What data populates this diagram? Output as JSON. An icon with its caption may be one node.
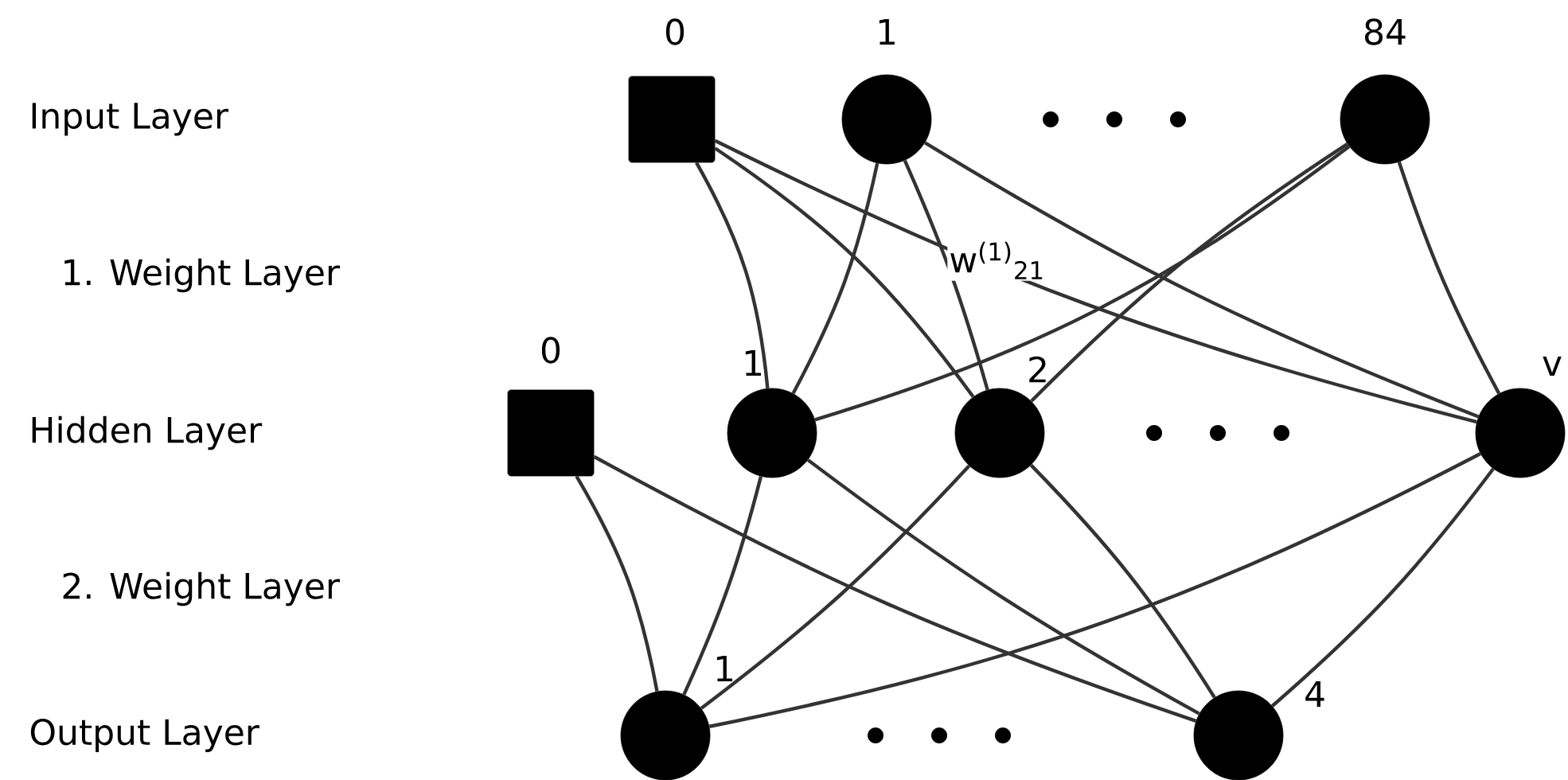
{
  "diagram": {
    "nodes": [
      {
        "text": [],
        "shape": "box",
        "beside": [
          "0"
        ]
      },
      {
        "text": [],
        "shape": "circle",
        "beside": [
          "1"
        ]
      },
      {
        "text": [],
        "shape": "circle",
        "beside": [
          "84"
        ]
      },
      {
        "text": [],
        "shape": "box",
        "beside": [
          "0"
        ]
      },
      {
        "text": [],
        "shape": "circle",
        "beside": [
          "1"
        ]
      },
      {
        "text": [],
        "shape": "circle",
        "beside": [
          "2"
        ]
      },
      {
        "text": [],
        "shape": "circle",
        "beside": [
          "v"
        ]
      },
      {
        "text": [],
        "shape": "circle",
        "beside": [
          "1"
        ]
      },
      {
        "text": [],
        "shape": "circle",
        "beside": [
          "4"
        ]
      }
    ],
    "edges": [
      {
        "from": 0,
        "to": 4,
        "arrow": "none"
      },
      {
        "from": 0,
        "to": 5,
        "arrow": "none"
      },
      {
        "from": 0,
        "to": 6,
        "arrow": "none"
      },
      {
        "from": 1,
        "to": 4,
        "arrow": "none"
      },
      {
        "from": 1,
        "to": 5,
        "arrow": "none",
        "label": "w$^{(1)}$$_{21}$"
      },
      {
        "from": 1,
        "to": 6,
        "arrow": "none"
      },
      {
        "from": 2,
        "to": 4,
        "arrow": "none"
      },
      {
        "from": 2,
        "to": 5,
        "arrow": "none"
      },
      {
        "from": 2,
        "to": 6,
        "arrow": "none"
      },
      {
        "from": 3,
        "to": 7,
        "arrow": "none"
      },
      {
        "from": 3,
        "to": 8,
        "arrow": "none"
      },
      {
        "from": 4,
        "to": 7,
        "arrow": "none"
      },
      {
        "from": 4,
        "to": 8,
        "arrow": "none"
      },
      {
        "from": 5,
        "to": 7,
        "arrow": "none"
      },
      {
        "from": 5,
        "to": 8,
        "arrow": "none"
      },
      {
        "from": 6,
        "to": 7,
        "arrow": "none"
      },
      {
        "from": 6,
        "to": 8,
        "arrow": "none"
      }
    ],
    "labels": [
      "Input Layer",
      "1. Weight Layer",
      "Hidden Layer",
      "2. Weight Layer",
      "Output Layer"
    ]
  }
}
